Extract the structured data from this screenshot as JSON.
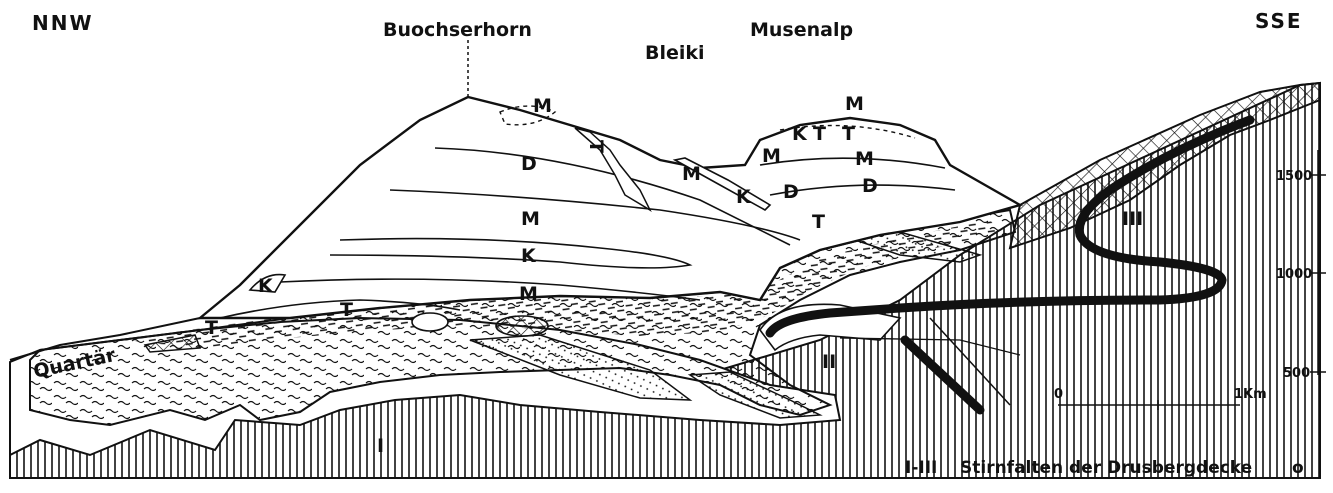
{
  "directions": {
    "left": "NNW",
    "right": "SSE"
  },
  "peaks": {
    "buochserhorn": "Buochserhorn",
    "bleiki": "Bleiki",
    "musenalp": "Musenalp"
  },
  "units": {
    "quartaer": "Quartär",
    "m": "M",
    "d": "D",
    "k": "K",
    "t": "T",
    "fold_1": "I",
    "fold_2": "II",
    "fold_3": "III"
  },
  "elevation_axis": {
    "ticks": [
      "1500",
      "1000",
      "500"
    ]
  },
  "scale_bar": {
    "start": "0",
    "end": "1Km"
  },
  "caption": {
    "range": "I-III",
    "text": "Stirnfalten der Drusbergdecke",
    "end_mark": "o"
  }
}
